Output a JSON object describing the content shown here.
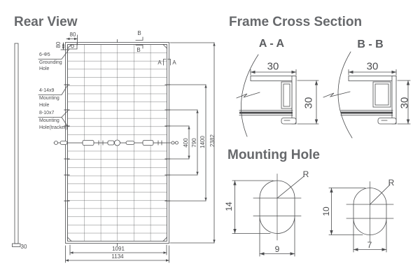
{
  "colors": {
    "line": "#4c4d4f",
    "title": "#67696c",
    "background": "#ffffff"
  },
  "rear_view": {
    "title": "Rear View",
    "side_thickness": "30",
    "dim_top_width": "80",
    "dim_top_height": "80",
    "marker_b": "B",
    "marker_a": "A",
    "label_grounding_1": "6-Φ5",
    "label_grounding_2": "Grounding",
    "label_grounding_3": "Hole",
    "label_mounting_1": "4-14x9",
    "label_mounting_2": "Mounting",
    "label_mounting_3": "Hole",
    "label_tracker_1": "8-10x7",
    "label_tracker_2": "Mounting",
    "label_tracker_3": "Hole(tracker)",
    "dim_400": "400",
    "dim_790": "790",
    "dim_1400": "1400",
    "dim_2382": "2382",
    "dim_1091": "1091",
    "dim_1134": "1134"
  },
  "frame_cross_section": {
    "title": "Frame Cross Section",
    "aa_label": "A - A",
    "aa_width": "30",
    "aa_height": "30",
    "bb_label": "B - B",
    "bb_width": "30",
    "bb_height": "30"
  },
  "mounting_hole": {
    "title": "Mounting Hole",
    "large_height": "14",
    "large_width": "9",
    "large_radius": "R",
    "small_height": "10",
    "small_width": "7",
    "small_radius": "R"
  }
}
